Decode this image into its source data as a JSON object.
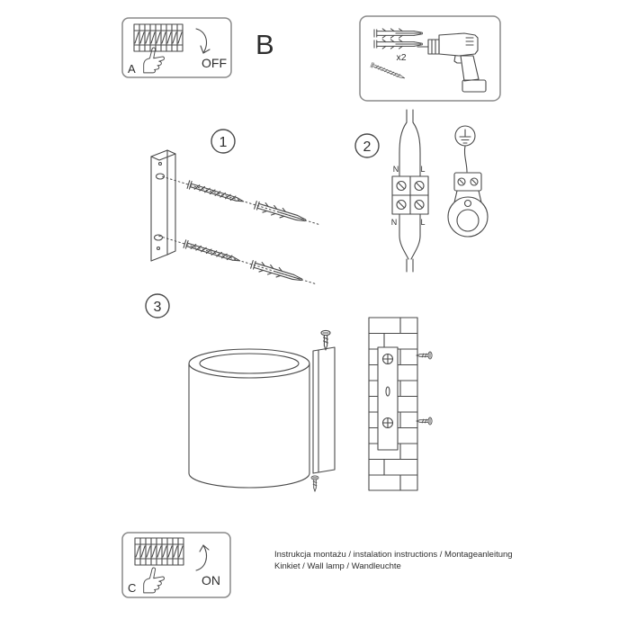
{
  "panels": {
    "a": {
      "label": "A",
      "state": "OFF"
    },
    "b": {
      "label": "B"
    },
    "c": {
      "label": "C",
      "state": "ON"
    }
  },
  "tools": {
    "plug_count": "x2"
  },
  "steps": {
    "s1": "1",
    "s2": "2",
    "s3": "3"
  },
  "wiring": {
    "n_top": "N",
    "l_top": "L",
    "n_bottom": "N",
    "l_bottom": "L"
  },
  "footer": {
    "line1": "Instrukcja montażu / instalation instructions / Montageanleitung",
    "line2": "Kinkiet / Wall lamp / Wandleuchte"
  },
  "colors": {
    "line": "#4a4a4a",
    "text": "#2e2e2e",
    "background": "#ffffff"
  }
}
